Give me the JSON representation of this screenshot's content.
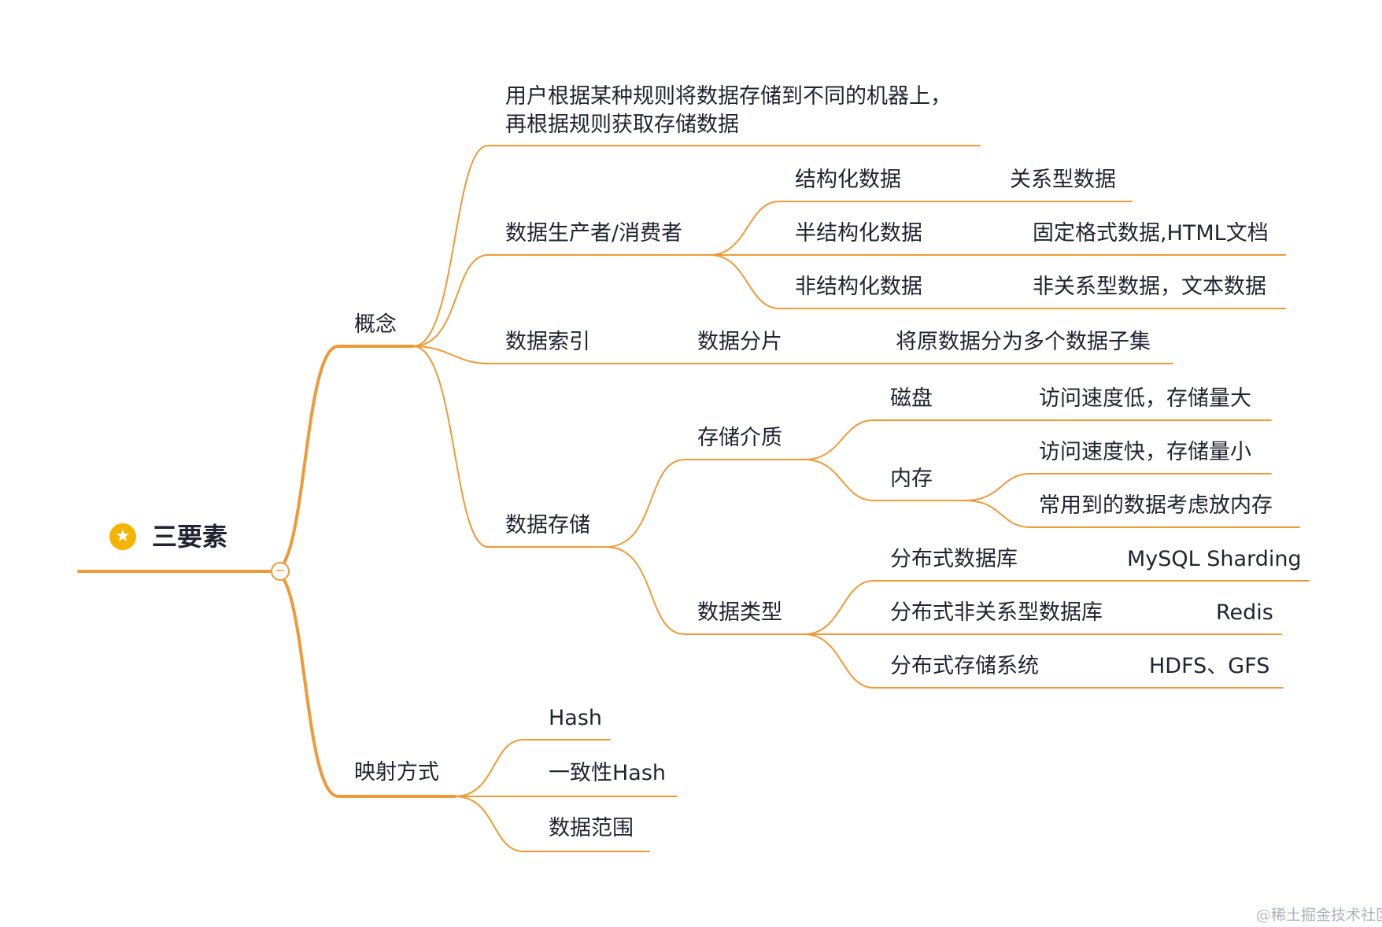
{
  "root": {
    "label": "三要素",
    "icon": "star-icon"
  },
  "colors": {
    "branch": "#ef9a37",
    "text": "#1f2430",
    "badge": "#f5b400",
    "watermark": "#aeb3bb"
  },
  "branches": {
    "concept": {
      "label": "概念",
      "definition": [
        "用户根据某种规则将数据存储到不同的机器上，",
        "再根据规则获取存储数据"
      ],
      "producer": {
        "label": "数据生产者/消费者",
        "items": [
          {
            "type": "结构化数据",
            "desc": "关系型数据"
          },
          {
            "type": "半结构化数据",
            "desc": "固定格式数据,HTML文档"
          },
          {
            "type": "非结构化数据",
            "desc": "非关系型数据，文本数据"
          }
        ]
      },
      "index": {
        "label": "数据索引",
        "sharding": "数据分片",
        "sharding_desc": "将原数据分为多个数据子集"
      },
      "storage": {
        "label": "数据存储",
        "media": {
          "label": "存储介质",
          "disk": {
            "label": "磁盘",
            "desc": "访问速度低，存储量大"
          },
          "memory": {
            "label": "内存",
            "items": [
              "访问速度快，存储量小",
              "常用到的数据考虑放内存"
            ]
          }
        },
        "types": {
          "label": "数据类型",
          "items": [
            {
              "label": "分布式数据库",
              "example": "MySQL Sharding"
            },
            {
              "label": "分布式非关系型数据库",
              "example": "Redis"
            },
            {
              "label": "分布式存储系统",
              "example": "HDFS、GFS"
            }
          ]
        }
      }
    },
    "mapping": {
      "label": "映射方式",
      "items": [
        "Hash",
        "一致性Hash",
        "数据范围"
      ]
    }
  },
  "watermark": "@稀土掘金技术社区"
}
